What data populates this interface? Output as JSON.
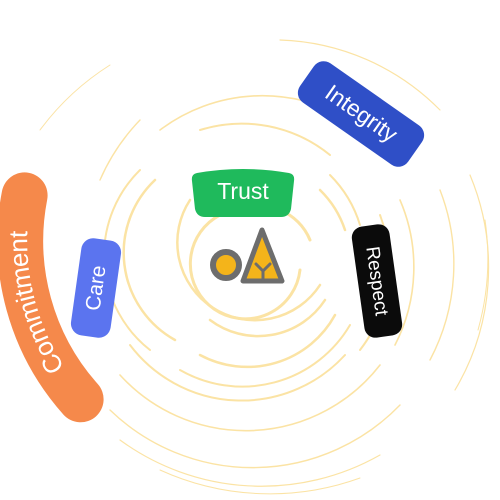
{
  "labels": {
    "integrity": "Integrity",
    "trust": "Trust",
    "commitment": "Commitment",
    "care": "Care",
    "respect": "Respect"
  },
  "colors": {
    "integrity": "#2f4fc7",
    "trust": "#1fba5c",
    "commitment": "#f5894b",
    "care": "#5b74ef",
    "respect": "#0b0b0b",
    "rings": "#fbe3a4",
    "logo_gray": "#6d6d6d",
    "logo_yellow": "#f4b41a"
  },
  "logo": {
    "icon": "oay-logo-icon"
  }
}
